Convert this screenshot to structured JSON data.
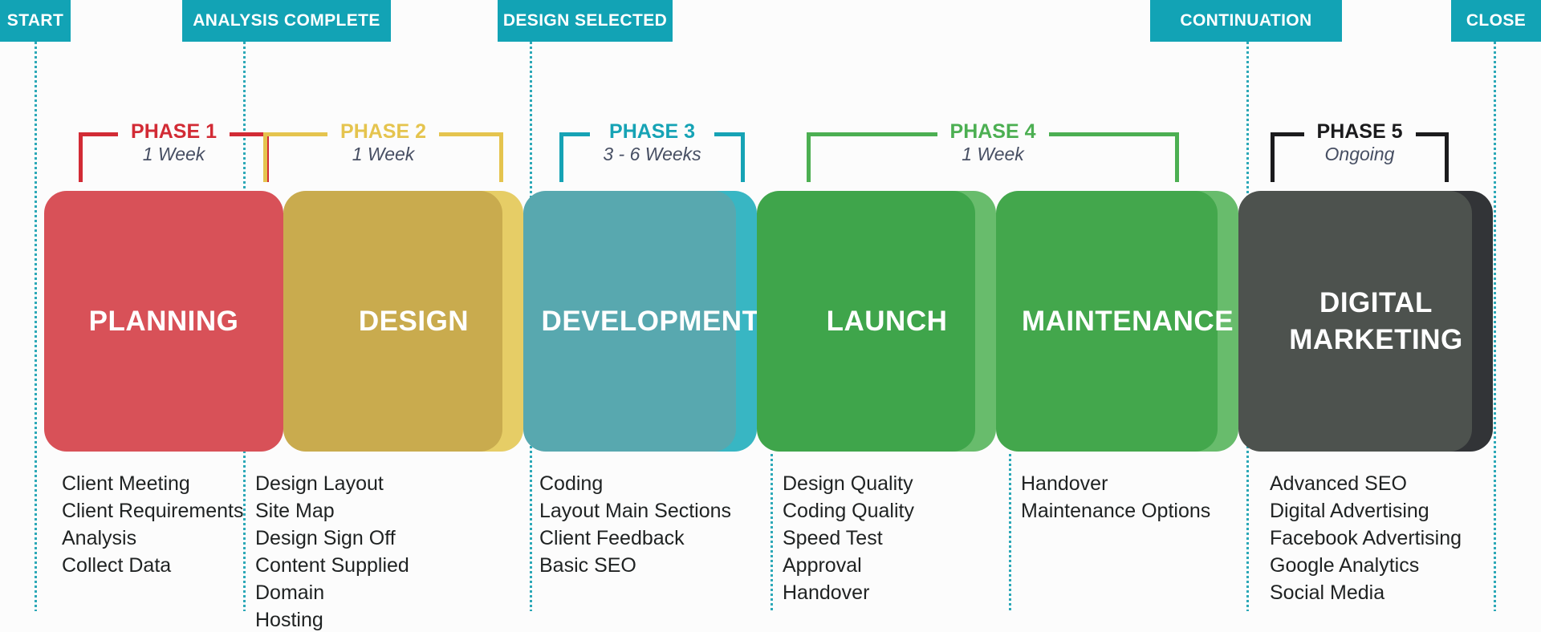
{
  "colors": {
    "flag_teal": "#12a3b5",
    "dotted_line": "#2ca8b7",
    "phase1_red": "#d22b35",
    "phase2_yellow": "#e5c44e",
    "phase3_teal": "#16a3b5",
    "phase4_green": "#4caf52",
    "phase5_black": "#1b1b1d",
    "duration_text": "#474f63",
    "list_text": "#1f2222"
  },
  "milestones": [
    {
      "label": "START"
    },
    {
      "label": "ANALYSIS COMPLETE"
    },
    {
      "label": "DESIGN SELECTED"
    },
    {
      "label": "CONTINUATION"
    },
    {
      "label": "CLOSE"
    }
  ],
  "phases": [
    {
      "name": "PHASE 1",
      "duration": "1 Week"
    },
    {
      "name": "PHASE 2",
      "duration": "1 Week"
    },
    {
      "name": "PHASE 3",
      "duration": "3 - 6 Weeks"
    },
    {
      "name": "PHASE 4",
      "duration": "1 Week"
    },
    {
      "name": "PHASE 5",
      "duration": "Ongoing"
    }
  ],
  "stages": [
    {
      "title": "PLANNING",
      "color": "#d85158",
      "items": [
        "Client Meeting",
        "Client Requirements",
        "Analysis",
        "Collect Data"
      ]
    },
    {
      "title": "DESIGN",
      "color": "#e6cd66",
      "shadow": "#c9ab4e",
      "items": [
        "Design Layout",
        "Site Map",
        "Design Sign Off",
        "Content Supplied",
        "Domain",
        "Hosting"
      ]
    },
    {
      "title": "DEVELOPMENT",
      "color": "#38b6c3",
      "shadow": "#58a8af",
      "items": [
        "Coding",
        "Layout Main Sections",
        "Client Feedback",
        "Basic SEO"
      ]
    },
    {
      "title": "LAUNCH",
      "color": "#68bc6c",
      "shadow": "#3fa54b",
      "items": [
        "Design Quality",
        "Coding Quality",
        "Speed Test",
        "Approval",
        "Handover"
      ]
    },
    {
      "title": "MAINTENANCE",
      "color": "#68bc6c",
      "shadow": "#43a74c",
      "items": [
        "Handover",
        "Maintenance Options"
      ]
    },
    {
      "title": "DIGITAL MARKETING",
      "color": "#323437",
      "shadow": "#4d524e",
      "items": [
        "Advanced SEO",
        "Digital Advertising",
        "Facebook Advertising",
        "Google Analytics",
        "Social Media"
      ]
    }
  ]
}
